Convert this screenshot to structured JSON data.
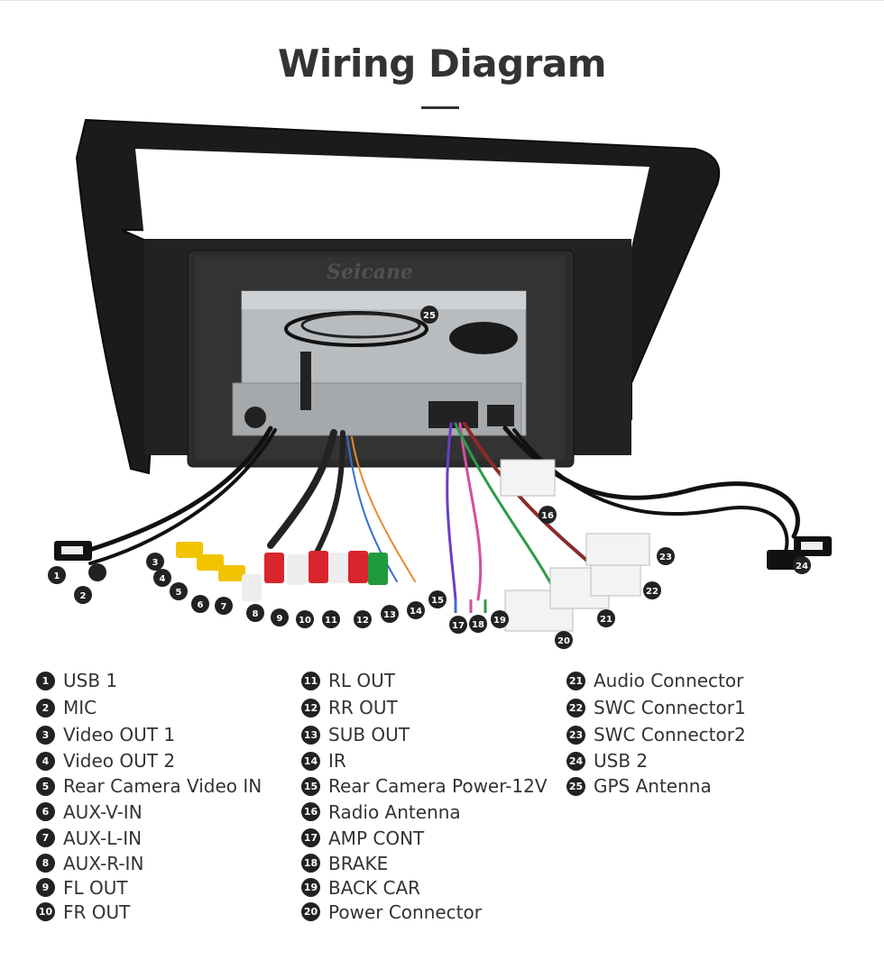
{
  "title": "Wiring Diagram",
  "brand_watermark": "Seicane",
  "colors": {
    "title": "#333333",
    "marker": "#222222",
    "frame": "#1b1b1b",
    "rca_yellow": "#f2c400",
    "rca_red": "#d8262c",
    "rca_green": "#1f9a3c",
    "rca_white": "#eeeeee"
  },
  "legend": [
    [
      {
        "n": "1",
        "label": "USB 1"
      },
      {
        "n": "2",
        "label": "MIC"
      },
      {
        "n": "3",
        "label": "Video OUT 1"
      },
      {
        "n": "4",
        "label": "Video OUT 2"
      },
      {
        "n": "5",
        "label": "Rear Camera Video IN"
      },
      {
        "n": "6",
        "label": "AUX-V-IN"
      },
      {
        "n": "7",
        "label": "AUX-L-IN"
      },
      {
        "n": "8",
        "label": "AUX-R-IN"
      },
      {
        "n": "9",
        "label": "FL OUT"
      },
      {
        "n": "10",
        "label": "FR OUT"
      }
    ],
    [
      {
        "n": "11",
        "label": "RL OUT"
      },
      {
        "n": "12",
        "label": "RR OUT"
      },
      {
        "n": "13",
        "label": "SUB OUT"
      },
      {
        "n": "14",
        "label": "IR"
      },
      {
        "n": "15",
        "label": "Rear Camera Power-12V"
      },
      {
        "n": "16",
        "label": "Radio Antenna"
      },
      {
        "n": "17",
        "label": "AMP CONT"
      },
      {
        "n": "18",
        "label": "BRAKE"
      },
      {
        "n": "19",
        "label": "BACK CAR"
      },
      {
        "n": "20",
        "label": "Power Connector"
      }
    ],
    [
      {
        "n": "21",
        "label": "Audio Connector"
      },
      {
        "n": "22",
        "label": "SWC Connector1"
      },
      {
        "n": "23",
        "label": "SWC Connector2"
      },
      {
        "n": "24",
        "label": "USB 2"
      },
      {
        "n": "25",
        "label": "GPS Antenna"
      }
    ]
  ],
  "markers": [
    "1",
    "2",
    "3",
    "4",
    "5",
    "6",
    "7",
    "8",
    "9",
    "10",
    "11",
    "12",
    "13",
    "14",
    "15",
    "16",
    "17",
    "18",
    "19",
    "20",
    "21",
    "22",
    "23",
    "24",
    "25"
  ]
}
